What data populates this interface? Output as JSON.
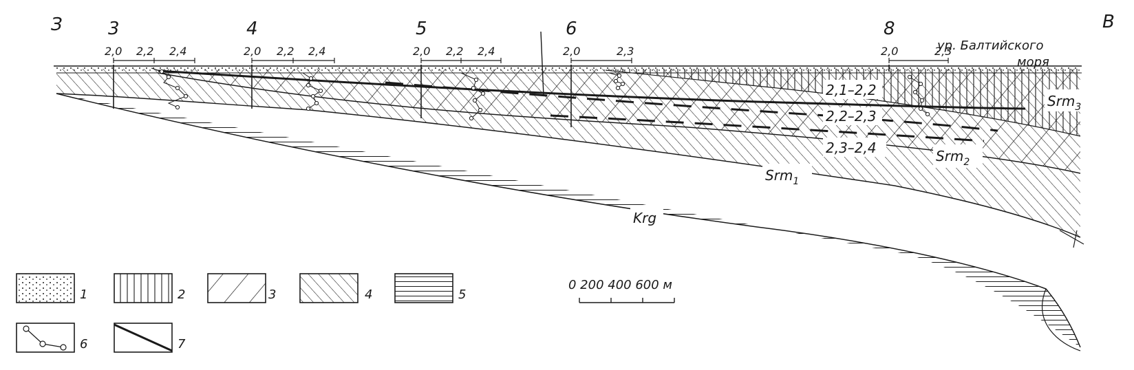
{
  "diagram": {
    "sides": {
      "west": "З",
      "east": "В"
    },
    "sea_level_label": [
      "ур. Балтийского",
      "моря"
    ],
    "wells": [
      {
        "id": "3",
        "scale": [
          "2,0",
          "2,2",
          "2,4"
        ]
      },
      {
        "id": "4",
        "scale": [
          "2,0",
          "2,2",
          "2,4"
        ]
      },
      {
        "id": "5",
        "scale": [
          "2,0",
          "2,2",
          "2,4"
        ]
      },
      {
        "id": "6",
        "scale": [
          "2,0",
          "2,3"
        ]
      },
      {
        "id": "8",
        "scale": [
          "2,0",
          "2,3"
        ]
      }
    ],
    "zone_labels": [
      "2,1–2,2",
      "2,2–2,3",
      "2,3–2,4"
    ],
    "unit_labels": {
      "srm3": {
        "base": "Srm",
        "sub": "3"
      },
      "srm2": {
        "base": "Srm",
        "sub": "2"
      },
      "srm1": {
        "base": "Srm",
        "sub": "1"
      },
      "krg": "Krg"
    },
    "scale_bar": "0   200  400  600 м"
  },
  "legend": {
    "items": [
      {
        "number": "1",
        "pattern": "dots"
      },
      {
        "number": "2",
        "pattern": "vertical"
      },
      {
        "number": "3",
        "pattern": "diag-wide"
      },
      {
        "number": "4",
        "pattern": "diag-dense"
      },
      {
        "number": "5",
        "pattern": "horizontal"
      },
      {
        "number": "6",
        "pattern": "density-curve"
      },
      {
        "number": "7",
        "pattern": "boundary-line"
      }
    ]
  }
}
